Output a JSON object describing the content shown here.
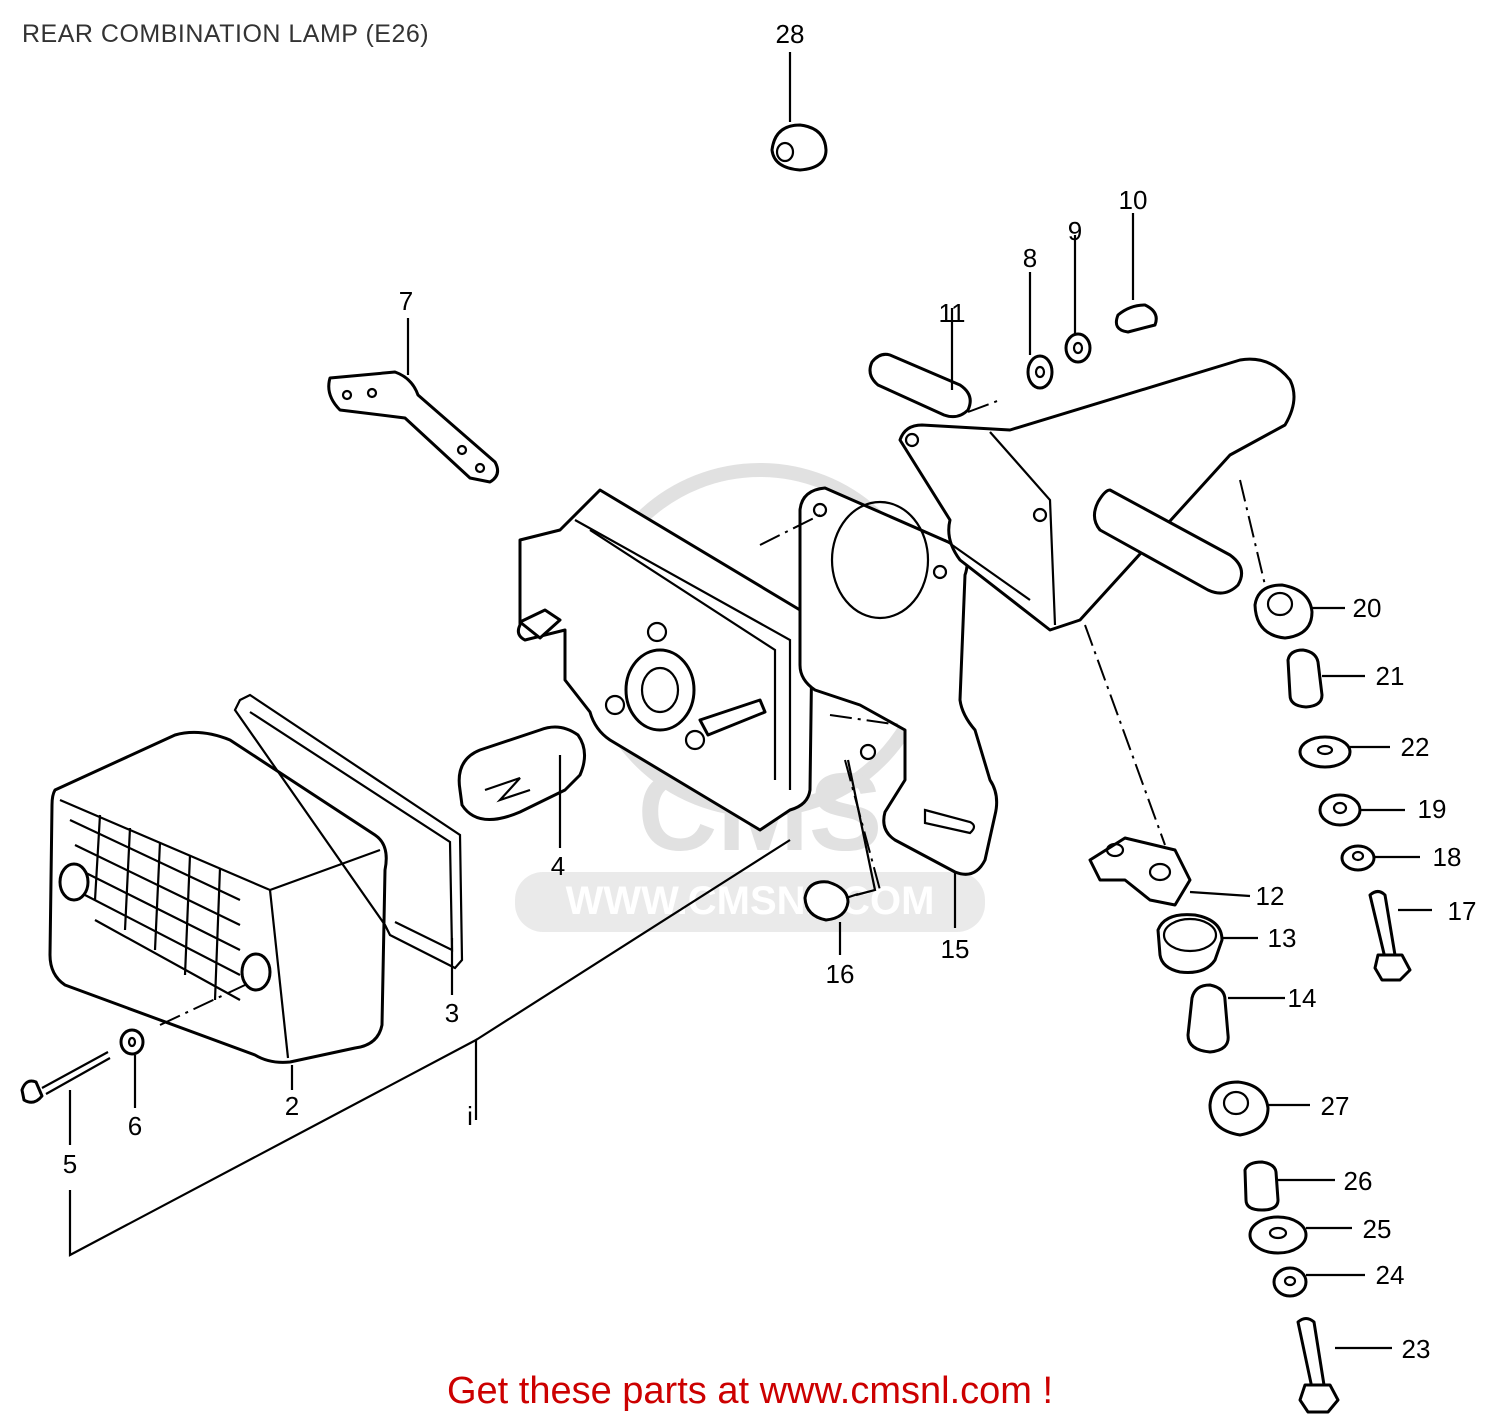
{
  "title": "REAR COMBINATION LAMP (E26)",
  "footer": {
    "text": "Get these parts at www.cmsnl.com !"
  },
  "watermark": {
    "text": "WWW.CMSNL.COM",
    "logo": "CMS"
  },
  "colors": {
    "footer_text": "#cc0000",
    "ink": "#000000",
    "watermark": "#c9c9c9"
  },
  "callouts": [
    {
      "id": "1",
      "label": "i"
    },
    {
      "id": "2",
      "label": "2"
    },
    {
      "id": "3",
      "label": "3"
    },
    {
      "id": "4",
      "label": "4"
    },
    {
      "id": "5",
      "label": "5"
    },
    {
      "id": "6",
      "label": "6"
    },
    {
      "id": "7",
      "label": "7"
    },
    {
      "id": "8",
      "label": "8"
    },
    {
      "id": "9",
      "label": "9"
    },
    {
      "id": "10",
      "label": "10"
    },
    {
      "id": "11",
      "label": "11"
    },
    {
      "id": "12",
      "label": "12"
    },
    {
      "id": "13",
      "label": "13"
    },
    {
      "id": "14",
      "label": "14"
    },
    {
      "id": "15",
      "label": "15"
    },
    {
      "id": "16",
      "label": "16"
    },
    {
      "id": "17",
      "label": "17"
    },
    {
      "id": "18",
      "label": "18"
    },
    {
      "id": "19",
      "label": "19"
    },
    {
      "id": "20",
      "label": "20"
    },
    {
      "id": "21",
      "label": "21"
    },
    {
      "id": "22",
      "label": "22"
    },
    {
      "id": "23",
      "label": "23"
    },
    {
      "id": "24",
      "label": "24"
    },
    {
      "id": "25",
      "label": "25"
    },
    {
      "id": "26",
      "label": "26"
    },
    {
      "id": "27",
      "label": "27"
    },
    {
      "id": "28",
      "label": "28"
    }
  ]
}
